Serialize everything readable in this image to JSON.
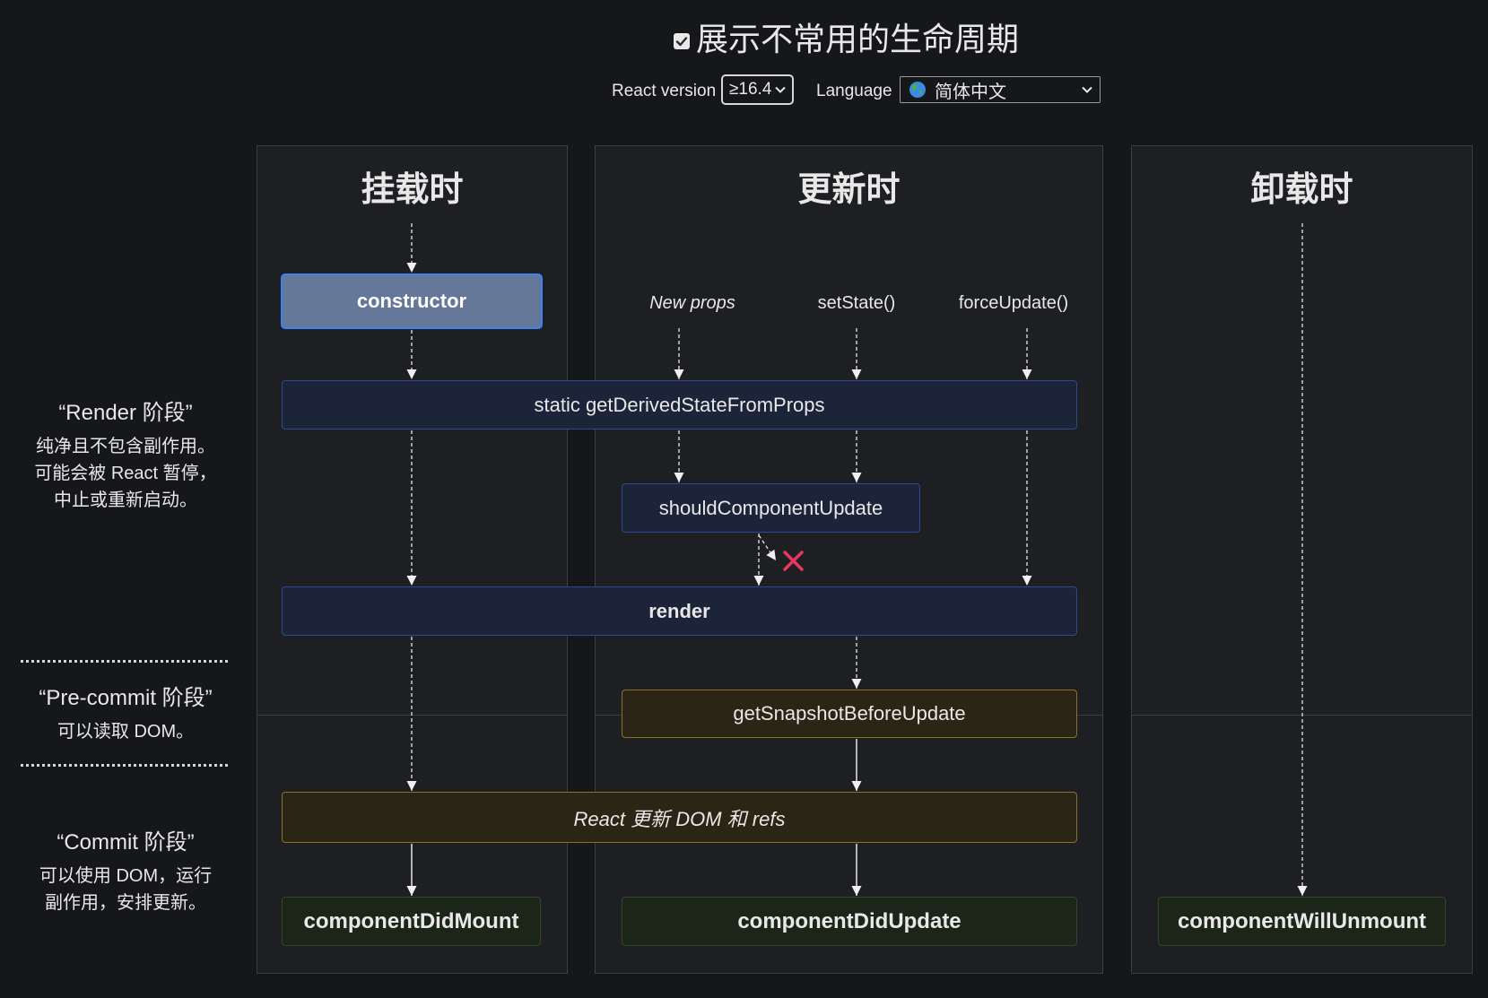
{
  "controls": {
    "show_uncommon": {
      "checked": true,
      "label": "展示不常用的生命周期"
    },
    "react_version": {
      "label": "React version",
      "value": "≥16.4",
      "dropdown_icon": "chevron-down-icon"
    },
    "language": {
      "label": "Language",
      "value": "简体中文",
      "icon": "globe-icon",
      "dropdown_icon": "chevron-down-icon"
    }
  },
  "phases": [
    {
      "title": "“Render 阶段”",
      "lines": [
        "纯净且不包含副作用。",
        "可能会被 React 暂停，",
        "中止或重新启动。"
      ]
    },
    {
      "title": "“Pre-commit 阶段”",
      "lines": [
        "可以读取 DOM。"
      ]
    },
    {
      "title": "“Commit 阶段”",
      "lines": [
        "可以使用 DOM，运行",
        "副作用，安排更新。"
      ]
    }
  ],
  "columns": {
    "mounting": {
      "title": "挂载时"
    },
    "updating": {
      "title": "更新时",
      "triggers": [
        "New props",
        "setState()",
        "forceUpdate()"
      ]
    },
    "unmounting": {
      "title": "卸载时"
    }
  },
  "methods": {
    "constructor": "constructor",
    "getDerivedStateFromProps": "static getDerivedStateFromProps",
    "shouldComponentUpdate": "shouldComponentUpdate",
    "render": "render",
    "getSnapshotBeforeUpdate": "getSnapshotBeforeUpdate",
    "react_updates_dom": "React 更新 DOM 和 refs",
    "componentDidMount": "componentDidMount",
    "componentDidUpdate": "componentDidUpdate",
    "componentWillUnmount": "componentWillUnmount"
  },
  "blocked_marker_icon": "cross-icon",
  "colors": {
    "page_background": "#16171b",
    "column_background": "#1e1f23",
    "column_border": "#3d3e43",
    "constructor_fill": "#66789a",
    "constructor_border": "#3b82f6",
    "render_phase_fill": "#1b2439",
    "render_phase_border": "#2d4a8c",
    "commit_dom_fill": "#2b2516",
    "commit_dom_border": "#8f6f2b",
    "did_fill": "#1b2619",
    "did_border": "#2e4629",
    "blocked_cross": "#e8375f"
  }
}
